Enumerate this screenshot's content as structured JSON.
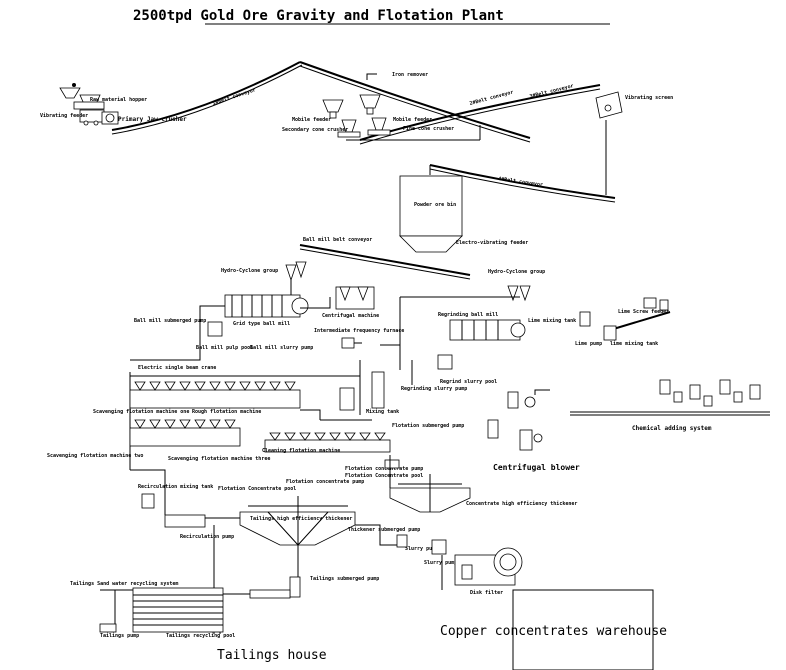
{
  "title": "2500tpd Gold Ore Gravity and Flotation Plant",
  "labels": {
    "raw_material_hopper": "Raw material hopper",
    "vibrating_feeder": "Vibrating feeder",
    "primary_jaw_crusher": "Primary Jaw crusher",
    "belt_conveyor_1": "1#Belt conveyor",
    "iron_remover": "Iron remover",
    "belt_conveyor_2": "2#Belt conveyor",
    "belt_conveyor_3": "3#Belt conveyor",
    "vibrating_screen": "Vibrating screen",
    "mobile_feeder_1": "Mobile feeder",
    "mobile_feeder_2": "Mobile feeder",
    "secondary_cone_crusher": "Secondary cone crusher",
    "fine_cone_crusher": "Fine cone crusher",
    "belt_conveyor_4": "4#Belt conveyor",
    "powder_ore_bin": "Powder ore bin",
    "electro_vibrating_feeder": "Electro-vibrating feeder",
    "ball_mill_belt_conveyor": "Ball mill belt conveyor",
    "hydro_cyclone_group_1": "Hydro-Cyclone group",
    "hydro_cyclone_group_2": "Hydro-Cyclone group",
    "centrifugal_machine": "Centrifugal machine",
    "ball_mill_submerged_pump": "Ball mill submerged pump",
    "grid_type_ball_mill": "Grid type ball mill",
    "ball_mill_pulp_pool": "Ball mill pulp pool",
    "ball_mill_slurry_pump": "Ball mill slurry pump",
    "intermediate_frequency_furnace": "Intermediate frequency furnace",
    "regrinding_ball_mill": "Regrinding ball mill",
    "lime_mixing_tank_1": "Lime mixing tank",
    "lime_screw_feeder": "Lime Screw feeder",
    "lime_pump": "Lime pump",
    "lime_mixing_tank_2": "lime mixing tank",
    "electric_single_beam_crane": "Electric single beam crane",
    "regrind_slurry_pool": "Regrind slurry pool",
    "regrinding_slurry_pump": "Regrinding slurry pump",
    "scavenging_flotation_machine_one": "Scavenging flotation machine one",
    "rough_flotation_machine": "Rough flotation machine",
    "mixing_tank": "Mixing tank",
    "chemical_adding_system": "Chemical adding system",
    "flotation_submerged_pump": "Flotation submerged pump",
    "scavenging_flotation_machine_two": "Scavenging flotation machine two",
    "scavenging_flotation_machine_three": "Scavenging flotation machine three",
    "cleaning_flotation_machine": "Cleaning flotation machine",
    "centrifugal_blower": "Centrifugal blower",
    "flotation_concentrate_pump": "Flotation concentrate pump",
    "flotation_concentrate_pool": "Flotation Concentrate pool",
    "concentrate_high_efficiency_thickener": "Concentrate high efficiency thickener",
    "flotation_concentrate_pump_2": "Flotation concentrate pump",
    "flotation_concentrate_pool_2": "Flotation Concentrate pool",
    "tailings_high_efficiency_thickener": "Tailings high efficiency thickener",
    "thickener_submerged_pump": "Thickener submerged pump",
    "recirculation_tank": "Recirculation mixing tank",
    "recirculation_pump": "Recirculation pump",
    "slurry_pump": "Slurry pump",
    "tailings_submerged_pump": "Tailings submerged pump",
    "disk_filter": "Disk filter",
    "tailings_sand_water_recycling_system": "Tailings Sand water recycling system",
    "tailings_recycling_pool": "Tailings recycling pool",
    "tailings_pump": "Tailings pump",
    "copper_concentrates_warehouse": "Copper concentrates warehouse",
    "tailings_house": "Tailings house"
  }
}
